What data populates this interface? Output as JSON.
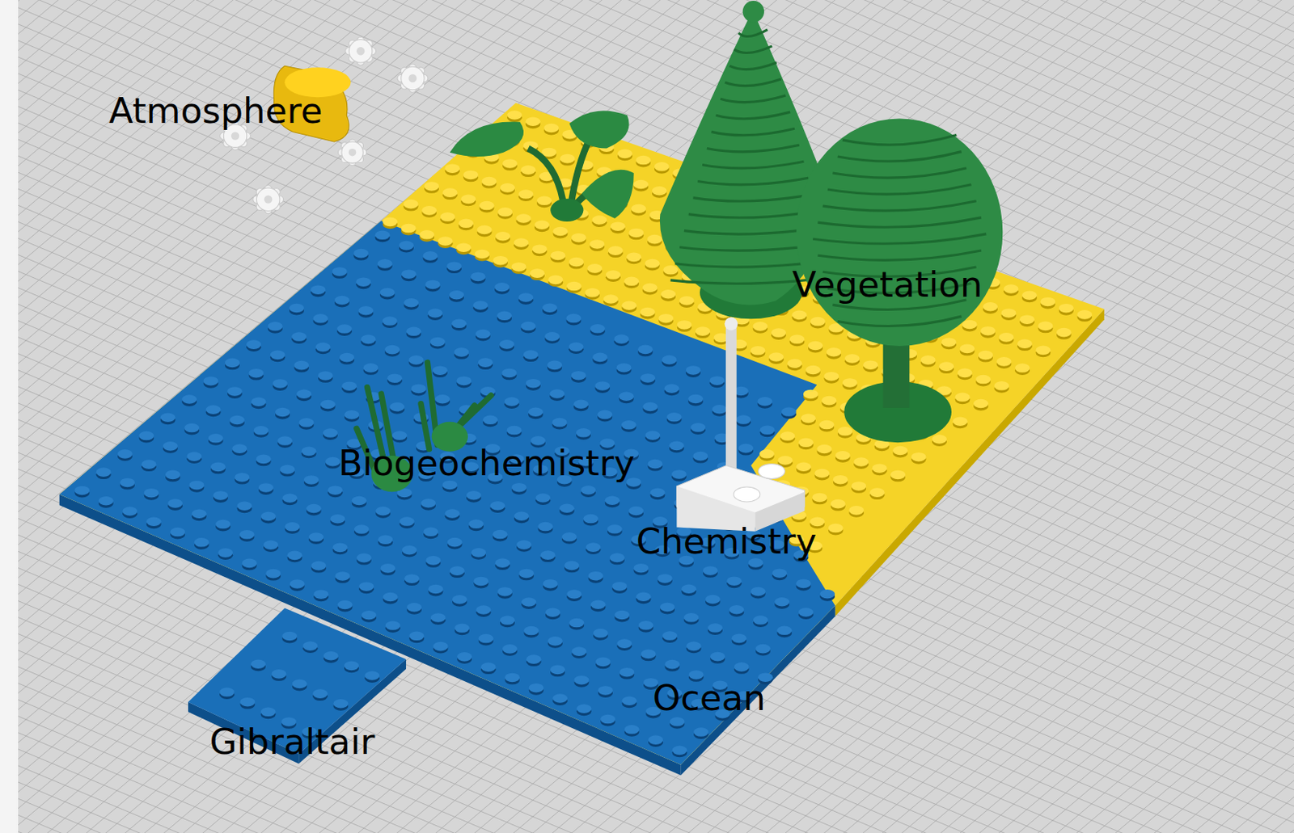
{
  "diagram": {
    "labels": [
      "Atmosphere",
      "Vegetation",
      "Biogeochemistry",
      "Chemistry",
      "Ocean",
      "Gibraltair"
    ]
  }
}
